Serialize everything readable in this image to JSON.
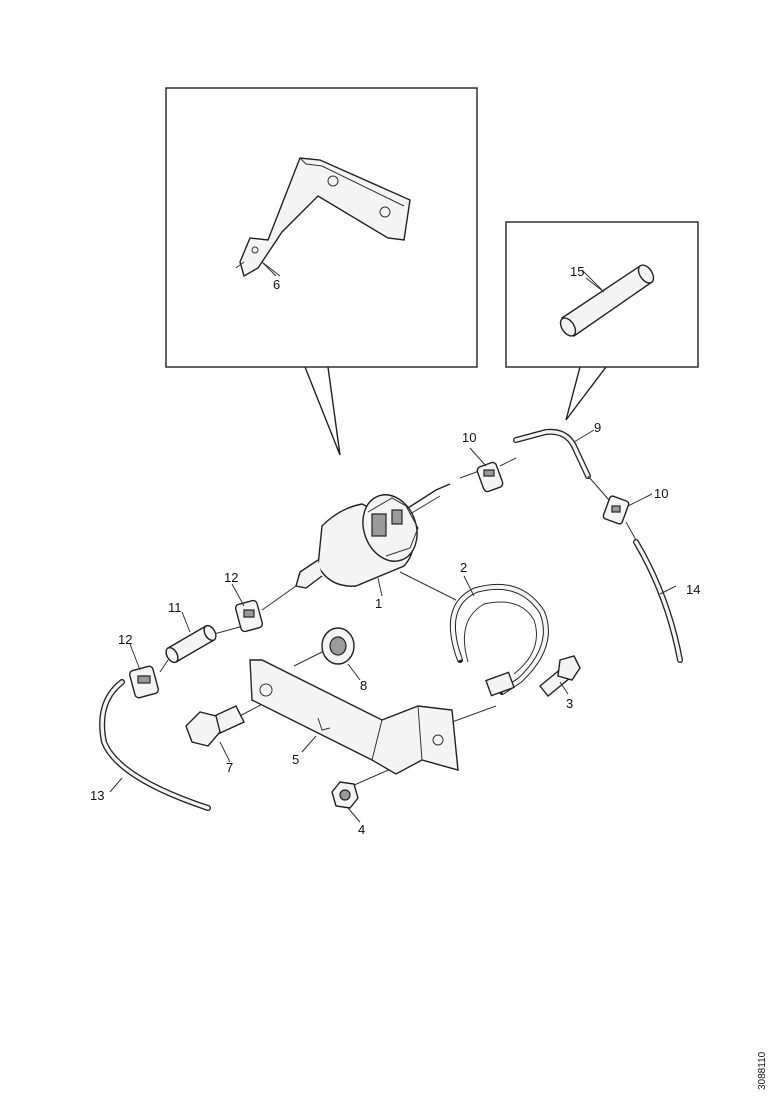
{
  "callouts": {
    "c1": "1",
    "c2": "2",
    "c3": "3",
    "c4": "4",
    "c5": "5",
    "c6": "6",
    "c7": "7",
    "c8": "8",
    "c9": "9",
    "c10a": "10",
    "c10b": "10",
    "c11": "11",
    "c12a": "12",
    "c12b": "12",
    "c13": "13",
    "c14": "14",
    "c15": "15"
  },
  "document_id": "3088110"
}
